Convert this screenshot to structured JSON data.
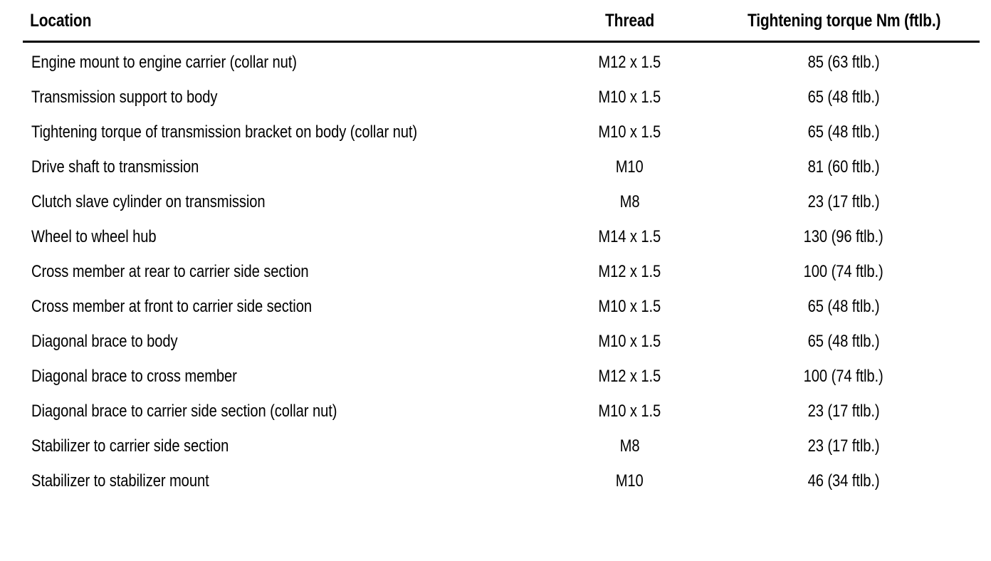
{
  "document": {
    "type": "torque-specification-table",
    "background_color": "#ffffff",
    "text_color": "#000000"
  },
  "table": {
    "columns": [
      {
        "key": "location",
        "label": "Location",
        "align": "left"
      },
      {
        "key": "thread",
        "label": "Thread",
        "align": "center"
      },
      {
        "key": "torque",
        "label": "Tightening torque Nm (ftlb.)",
        "align": "center"
      }
    ],
    "header_rule": true,
    "rows": [
      {
        "location": "Engine mount to engine carrier (collar nut)",
        "thread": "M12 x 1.5",
        "torque": "85 (63 ftlb.)",
        "wraps": false
      },
      {
        "location": "Transmission support to body",
        "thread": "M10 x 1.5",
        "torque": "65 (48 ftlb.)",
        "wraps": false
      },
      {
        "location": "Tightening torque of transmission bracket on body (collar nut)",
        "thread": "M10 x 1.5",
        "torque": "65 (48 ftlb.)",
        "wraps": true
      },
      {
        "location": "Drive shaft to transmission",
        "thread": "M10",
        "torque": "81 (60 ftlb.)",
        "wraps": false
      },
      {
        "location": "Clutch slave cylinder on transmission",
        "thread": "M8",
        "torque": "23 (17 ftlb.)",
        "wraps": false
      },
      {
        "location": "Wheel to wheel hub",
        "thread": "M14 x 1.5",
        "torque": "130 (96 ftlb.)",
        "wraps": false
      },
      {
        "location": "Cross member at rear to carrier side section",
        "thread": "M12 x 1.5",
        "torque": "100 (74 ftlb.)",
        "wraps": false
      },
      {
        "location": "Cross member at front to carrier side section",
        "thread": "M10 x 1.5",
        "torque": "65 (48 ftlb.)",
        "wraps": false
      },
      {
        "location": "Diagonal brace to body",
        "thread": "M10 x 1.5",
        "torque": "65 (48 ftlb.)",
        "wraps": false
      },
      {
        "location": "Diagonal brace to cross member",
        "thread": "M12 x 1.5",
        "torque": "100 (74 ftlb.)",
        "wraps": false
      },
      {
        "location": "Diagonal brace to carrier side section (collar nut)",
        "thread": "M10 x 1.5",
        "torque": "23 (17 ftlb.)",
        "wraps": false
      },
      {
        "location": "Stabilizer to carrier side section",
        "thread": "M8",
        "torque": "23 (17 ftlb.)",
        "wraps": false
      },
      {
        "location": "Stabilizer to stabilizer mount",
        "thread": "M10",
        "torque": "46 (34 ftlb.)",
        "wraps": false
      }
    ]
  }
}
